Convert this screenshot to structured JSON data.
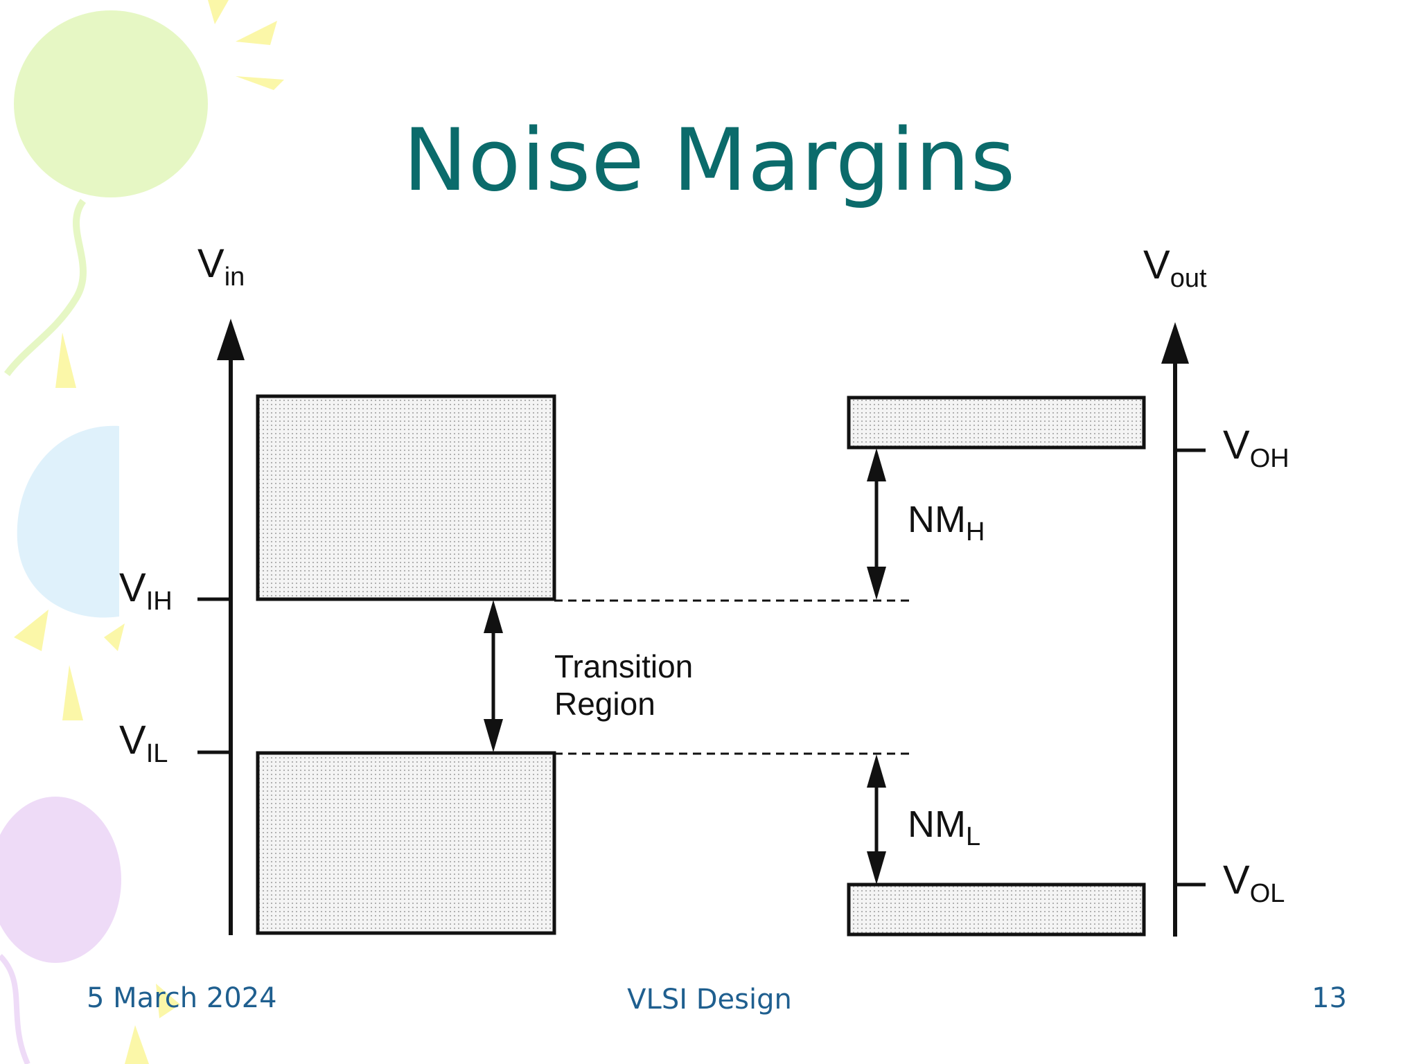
{
  "slide": {
    "title": "Noise Margins",
    "footer": {
      "date": "5 March 2024",
      "center": "VLSI Design",
      "page": "13"
    }
  },
  "diagram": {
    "left_axis": {
      "label_main": "V",
      "label_sub": "in"
    },
    "right_axis": {
      "label_main": "V",
      "label_sub": "out"
    },
    "vih": {
      "main": "V",
      "sub": "IH"
    },
    "vil": {
      "main": "V",
      "sub": "IL"
    },
    "voh": {
      "main": "V",
      "sub": "OH"
    },
    "vol": {
      "main": "V",
      "sub": "OL"
    },
    "nmh": {
      "main": "NM",
      "sub": "H"
    },
    "nml": {
      "main": "NM",
      "sub": "L"
    },
    "transition_line1": "Transition",
    "transition_line2": "Region"
  },
  "colors": {
    "title": "#0b6b6b",
    "footer": "#1f5f8f",
    "balloon_green": "#e6f7c4",
    "balloon_blue": "#dff1fb",
    "balloon_purple": "#eedbf7",
    "sun_yellow": "#fbf7a8"
  }
}
